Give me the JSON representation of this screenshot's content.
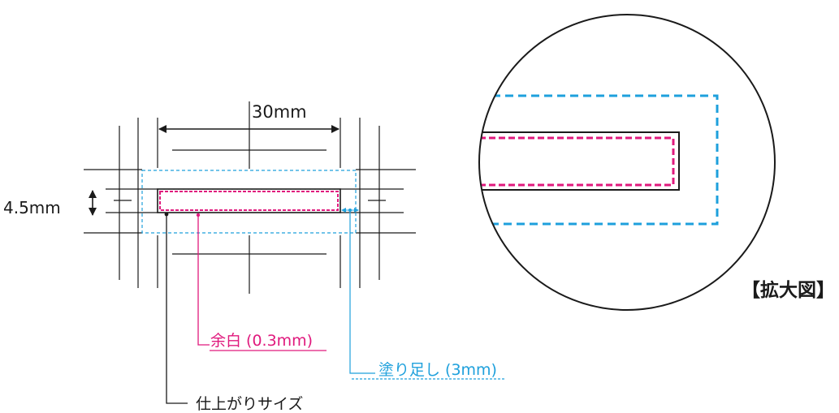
{
  "labels": {
    "width": "30mm",
    "height": "4.5mm",
    "margin": "余白 (0.3mm)",
    "bleed": "塗り足し (3mm)",
    "trim": "仕上がりサイズ",
    "zoom": "【拡大図】"
  },
  "colors": {
    "line": "#1a1a1a",
    "margin": "#e0197d",
    "bleed": "#1ea0dc",
    "background": "#ffffff"
  }
}
